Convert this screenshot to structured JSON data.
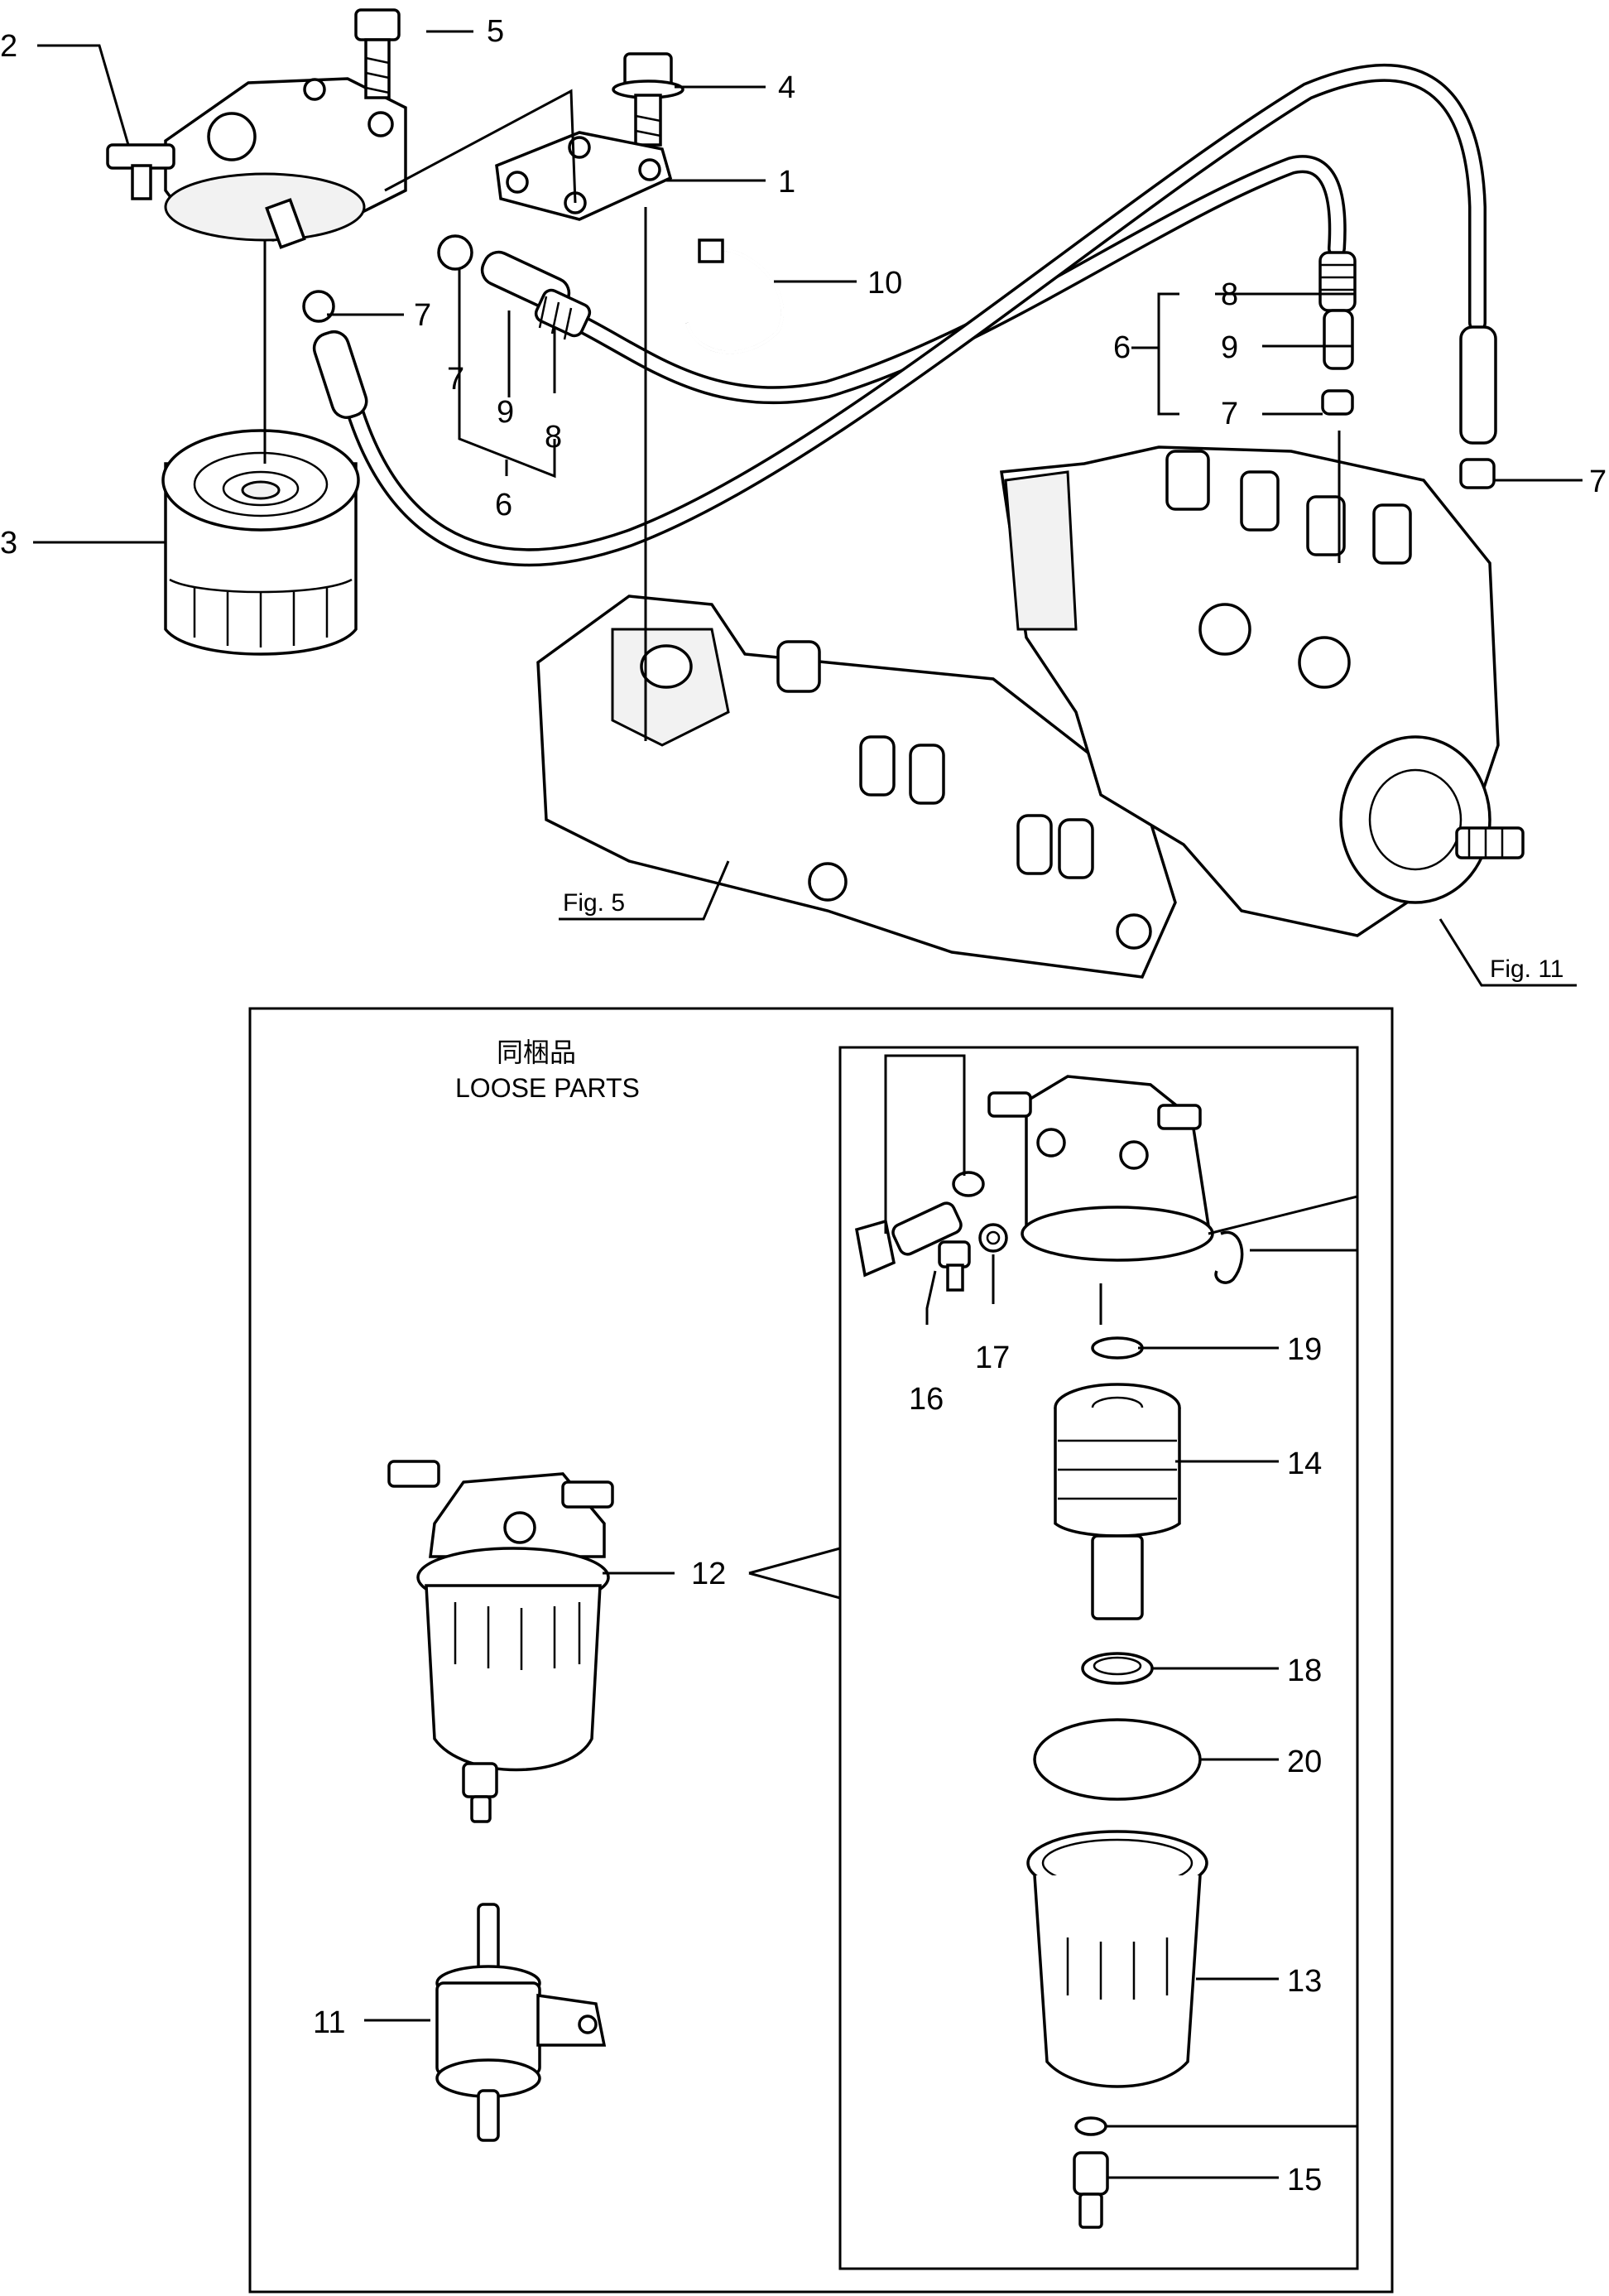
{
  "callouts": {
    "c1": "1",
    "c2": "2",
    "c3": "3",
    "c4": "4",
    "c5": "5",
    "c6a": "6",
    "c6b": "6",
    "c7a": "7",
    "c7b": "7",
    "c7c": "7",
    "c7d": "7",
    "c8a": "8",
    "c8b": "8",
    "c9a": "9",
    "c9b": "9",
    "c10": "10",
    "c11": "11",
    "c12": "12",
    "c13": "13",
    "c14": "14",
    "c15": "15",
    "c16": "16",
    "c17": "17",
    "c18": "18",
    "c19": "19",
    "c20": "20"
  },
  "figure_refs": {
    "fig5": "Fig. 5",
    "fig11": "Fig. 11"
  },
  "loose_parts": {
    "heading_jp": "同梱品",
    "heading_en": "LOOSE PARTS"
  }
}
